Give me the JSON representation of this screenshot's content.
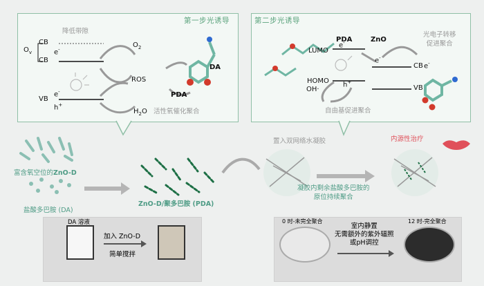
{
  "step1": {
    "tag": "第一步光诱导",
    "band_gap": "降低带隙",
    "ov": "O",
    "ov_sub": "v",
    "cb": "CB",
    "vb": "VB",
    "electron": "e",
    "electron_sup": "-",
    "hole": "h",
    "hole_sup": "+",
    "o2": "O",
    "o2_sub": "2",
    "ros": "ROS",
    "h2o": "H",
    "h2o_sub": "2",
    "h2o_tail": "O",
    "pda": "PDA",
    "da": "DA",
    "caption": "活性氧催化聚合"
  },
  "step2": {
    "tag": "第二步光诱导",
    "pda": "PDA",
    "zno": "ZnO",
    "lumo": "LUMO",
    "homo": "HOMO",
    "cb": "CB",
    "vb": "VB",
    "electron": "e",
    "electron_sup": "-",
    "hole": "h",
    "hole_sup": "+",
    "oh": "OH",
    "oh_dot": "·",
    "radical_caption": "自由基促进聚合",
    "transfer_caption_1": "光电子转移",
    "transfer_caption_2": "促进聚合"
  },
  "process": {
    "zno_d_label_prefix": "富含氧空位的",
    "zno_d_label_main": "ZnO-D",
    "da_label": "盐酸多巴胺 (DA)",
    "composite_label": "ZnO-D/聚多巴胺 (PDA)",
    "hydrogel_label": "置入双网络水凝胶",
    "in_situ_label_1": "凝胶内剩余盐酸多巴胺的",
    "in_situ_label_2": "原位持续聚合",
    "therapy_label": "内源性治疗"
  },
  "bottom_left": {
    "solution_label": "DA 溶液",
    "step_1": "加入 ZnO-D",
    "step_2": "简单搅拌"
  },
  "bottom_right": {
    "before_label": "0 时-未完全聚合",
    "after_label": "12 时-完全聚合",
    "cond_1": "室内静置",
    "cond_2": "无需额外的紫外辐照",
    "cond_3": "或pH调控"
  },
  "colors": {
    "panel_border": "#8fbfa6",
    "accent_green": "#5aa27c",
    "teal": "#4f9c86",
    "therapy_red": "#e0505a"
  }
}
